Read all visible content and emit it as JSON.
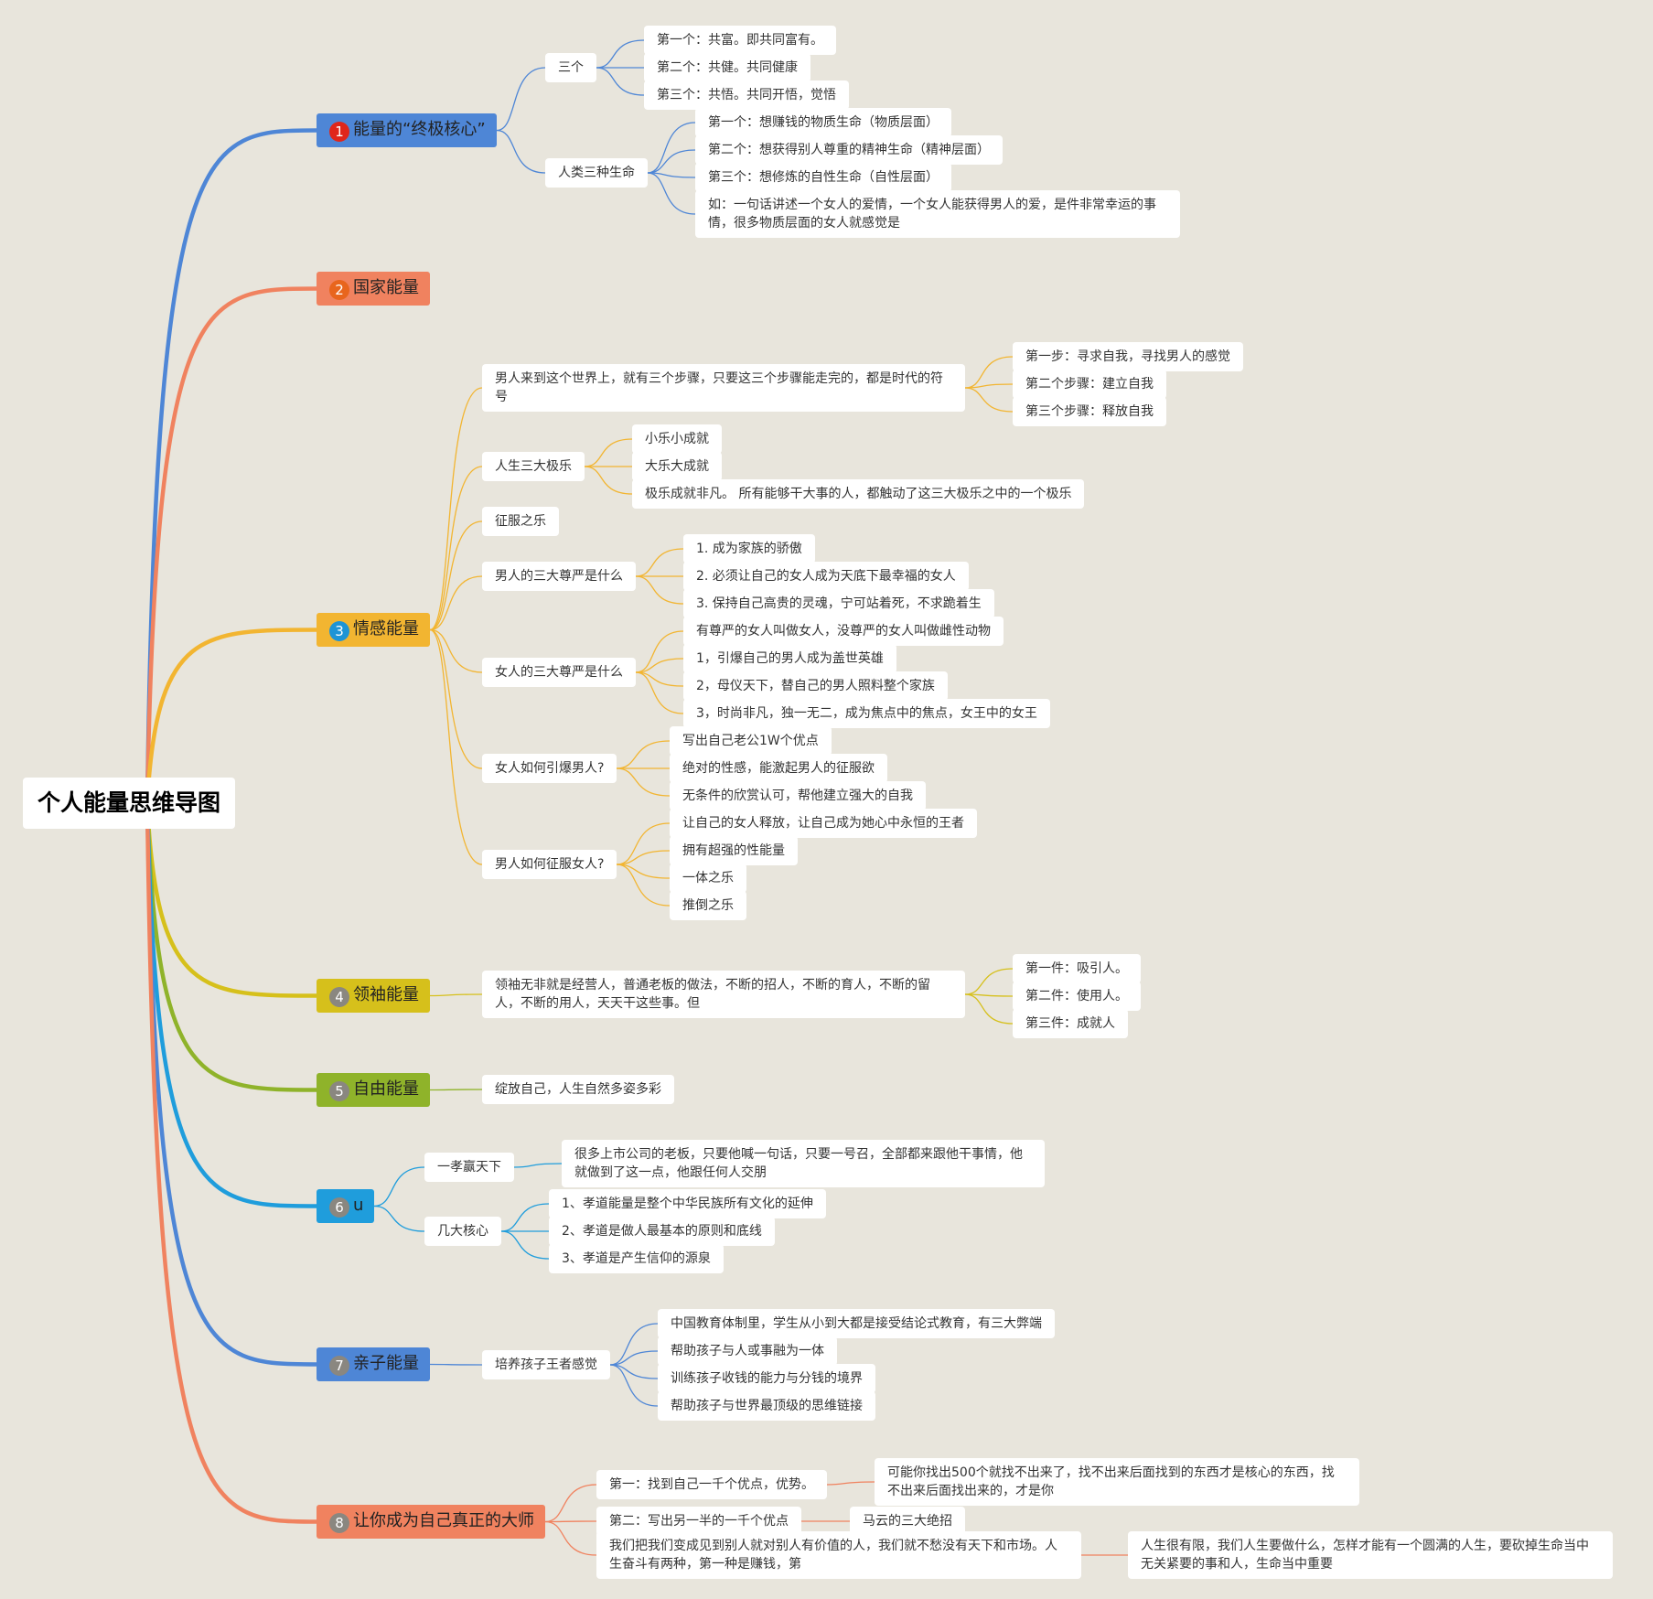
{
  "title": "个人能量思维导图",
  "colors": {
    "background": "#e8e5dc",
    "b1": "#4e86d6",
    "b2": "#f0825f",
    "b3": "#f2b531",
    "b4": "#d6c01b",
    "b5": "#8fb32a",
    "b6": "#1f9ddc",
    "b7": "#4e86d6",
    "b8": "#f0825f"
  },
  "branches": [
    {
      "key": "b1",
      "number": "1",
      "label": "能量的“终极核心”"
    },
    {
      "key": "b2",
      "number": "2",
      "label": "国家能量"
    },
    {
      "key": "b3",
      "number": "3",
      "label": "情感能量"
    },
    {
      "key": "b4",
      "number": "4",
      "label": "领袖能量"
    },
    {
      "key": "b5",
      "number": "5",
      "label": "自由能量"
    },
    {
      "key": "b6",
      "number": "6",
      "label": "u"
    },
    {
      "key": "b7",
      "number": "7",
      "label": "亲子能量"
    },
    {
      "key": "b8",
      "number": "8",
      "label": "让你成为自己真正的大师"
    }
  ],
  "nodes": {
    "b1_sanGe": "三个",
    "b1_gf1": "第一个：共富。即共同富有。",
    "b1_gf2": "第二个：共健。共同健康",
    "b1_gf3": "第三个：共悟。共同开悟，觉悟",
    "b1_renlei": "人类三种生命",
    "b1_sm1": "第一个：想赚钱的物质生命（物质层面）",
    "b1_sm2": "第二个：想获得别人尊重的精神生命（精神层面）",
    "b1_sm3": "第三个：想修炼的自性生命（自性层面）",
    "b1_sm4": "如：一句话讲述一个女人的爱情，一个女人能获得男人的爱，是件非常幸运的事情，很多物质层面的女人就感觉是",
    "b3_nanren": "男人来到这个世界上，就有三个步骤，只要这三个步骤能走完的，都是时代的符号",
    "b3_step1": "第一步：寻求自我，寻找男人的感觉",
    "b3_step2": "第二个步骤：建立自我",
    "b3_step3": "第三个步骤：释放自我",
    "b3_jile": "人生三大极乐",
    "b3_jl1": "小乐小成就",
    "b3_jl2": "大乐大成就",
    "b3_jl3": "极乐成就非凡。 所有能够干大事的人，都触动了这三大极乐之中的一个极乐",
    "b3_zhengfu": "征服之乐",
    "b3_nanzun": "男人的三大尊严是什么",
    "b3_nz1": "1. 成为家族的骄傲",
    "b3_nz2": "2. 必须让自己的女人成为天底下最幸福的女人",
    "b3_nz3": "3. 保持自己高贵的灵魂，宁可站着死，不求跪着生",
    "b3_nvzun": "女人的三大尊严是什么",
    "b3_vz0": "有尊严的女人叫做女人，没尊严的女人叫做雌性动物",
    "b3_vz1": "1，引爆自己的男人成为盖世英雄",
    "b3_vz2": "2，母仪天下，替自己的男人照料整个家族",
    "b3_vz3": "3，时尚非凡，独一无二，成为焦点中的焦点，女王中的女王",
    "b3_yinbao": "女人如何引爆男人?",
    "b3_yb1": "写出自己老公1W个优点",
    "b3_yb2": "绝对的性感，能激起男人的征服欲",
    "b3_yb3": "无条件的欣赏认可，帮他建立强大的自我",
    "b3_zhengfuNv": "男人如何征服女人?",
    "b3_zf1": "让自己的女人释放，让自己成为她心中永恒的王者",
    "b3_zf2": "拥有超强的性能量",
    "b3_zf3": "一体之乐",
    "b3_zf4": "推倒之乐",
    "b4_lingxiu": "领袖无非就是经营人，普通老板的做法，不断的招人，不断的育人，不断的留人，不断的用人，天天干这些事。但",
    "b4_j1": "第一件：吸引人。",
    "b4_j2": "第二件：使用人。",
    "b4_j3": "第三件：成就人",
    "b5_zhanfang": "绽放自己，人生自然多姿多彩",
    "b6_yixiao": "一孝赢天下",
    "b6_yixiao_d": "很多上市公司的老板，只要他喊一句话，只要一号召，全部都来跟他干事情，他就做到了这一点，他跟任何人交朋",
    "b6_hexin": "几大核心",
    "b6_hx1": "1、孝道能量是整个中华民族所有文化的延伸",
    "b6_hx2": "2、孝道是做人最基本的原则和底线",
    "b6_hx3": "3、孝道是产生信仰的源泉",
    "b7_peiyang": "培养孩子王者感觉",
    "b7_p1": "中国教育体制里，学生从小到大都是接受结论式教育，有三大弊端",
    "b7_p2": "帮助孩子与人或事融为一体",
    "b7_p3": "训练孩子收钱的能力与分钱的境界",
    "b7_p4": "帮助孩子与世界最顶级的思维链接",
    "b8_d1": "第一：找到自己一千个优点，优势。",
    "b8_d1x": "可能你找出500个就找不出来了，找不出来后面找到的东西才是核心的东西，找不出来后面找出来的，才是你",
    "b8_d2": "第二：写出另一半的一千个优点",
    "b8_d2x": "马云的三大绝招",
    "b8_d3": "我们把我们变成见到别人就对别人有价值的人，我们就不愁没有天下和市场。人生奋斗有两种，第一种是赚钱，第",
    "b8_d3x": "人生很有限，我们人生要做什么，怎样才能有一个圆满的人生，要砍掉生命当中无关紧要的事和人，生命当中重要"
  }
}
